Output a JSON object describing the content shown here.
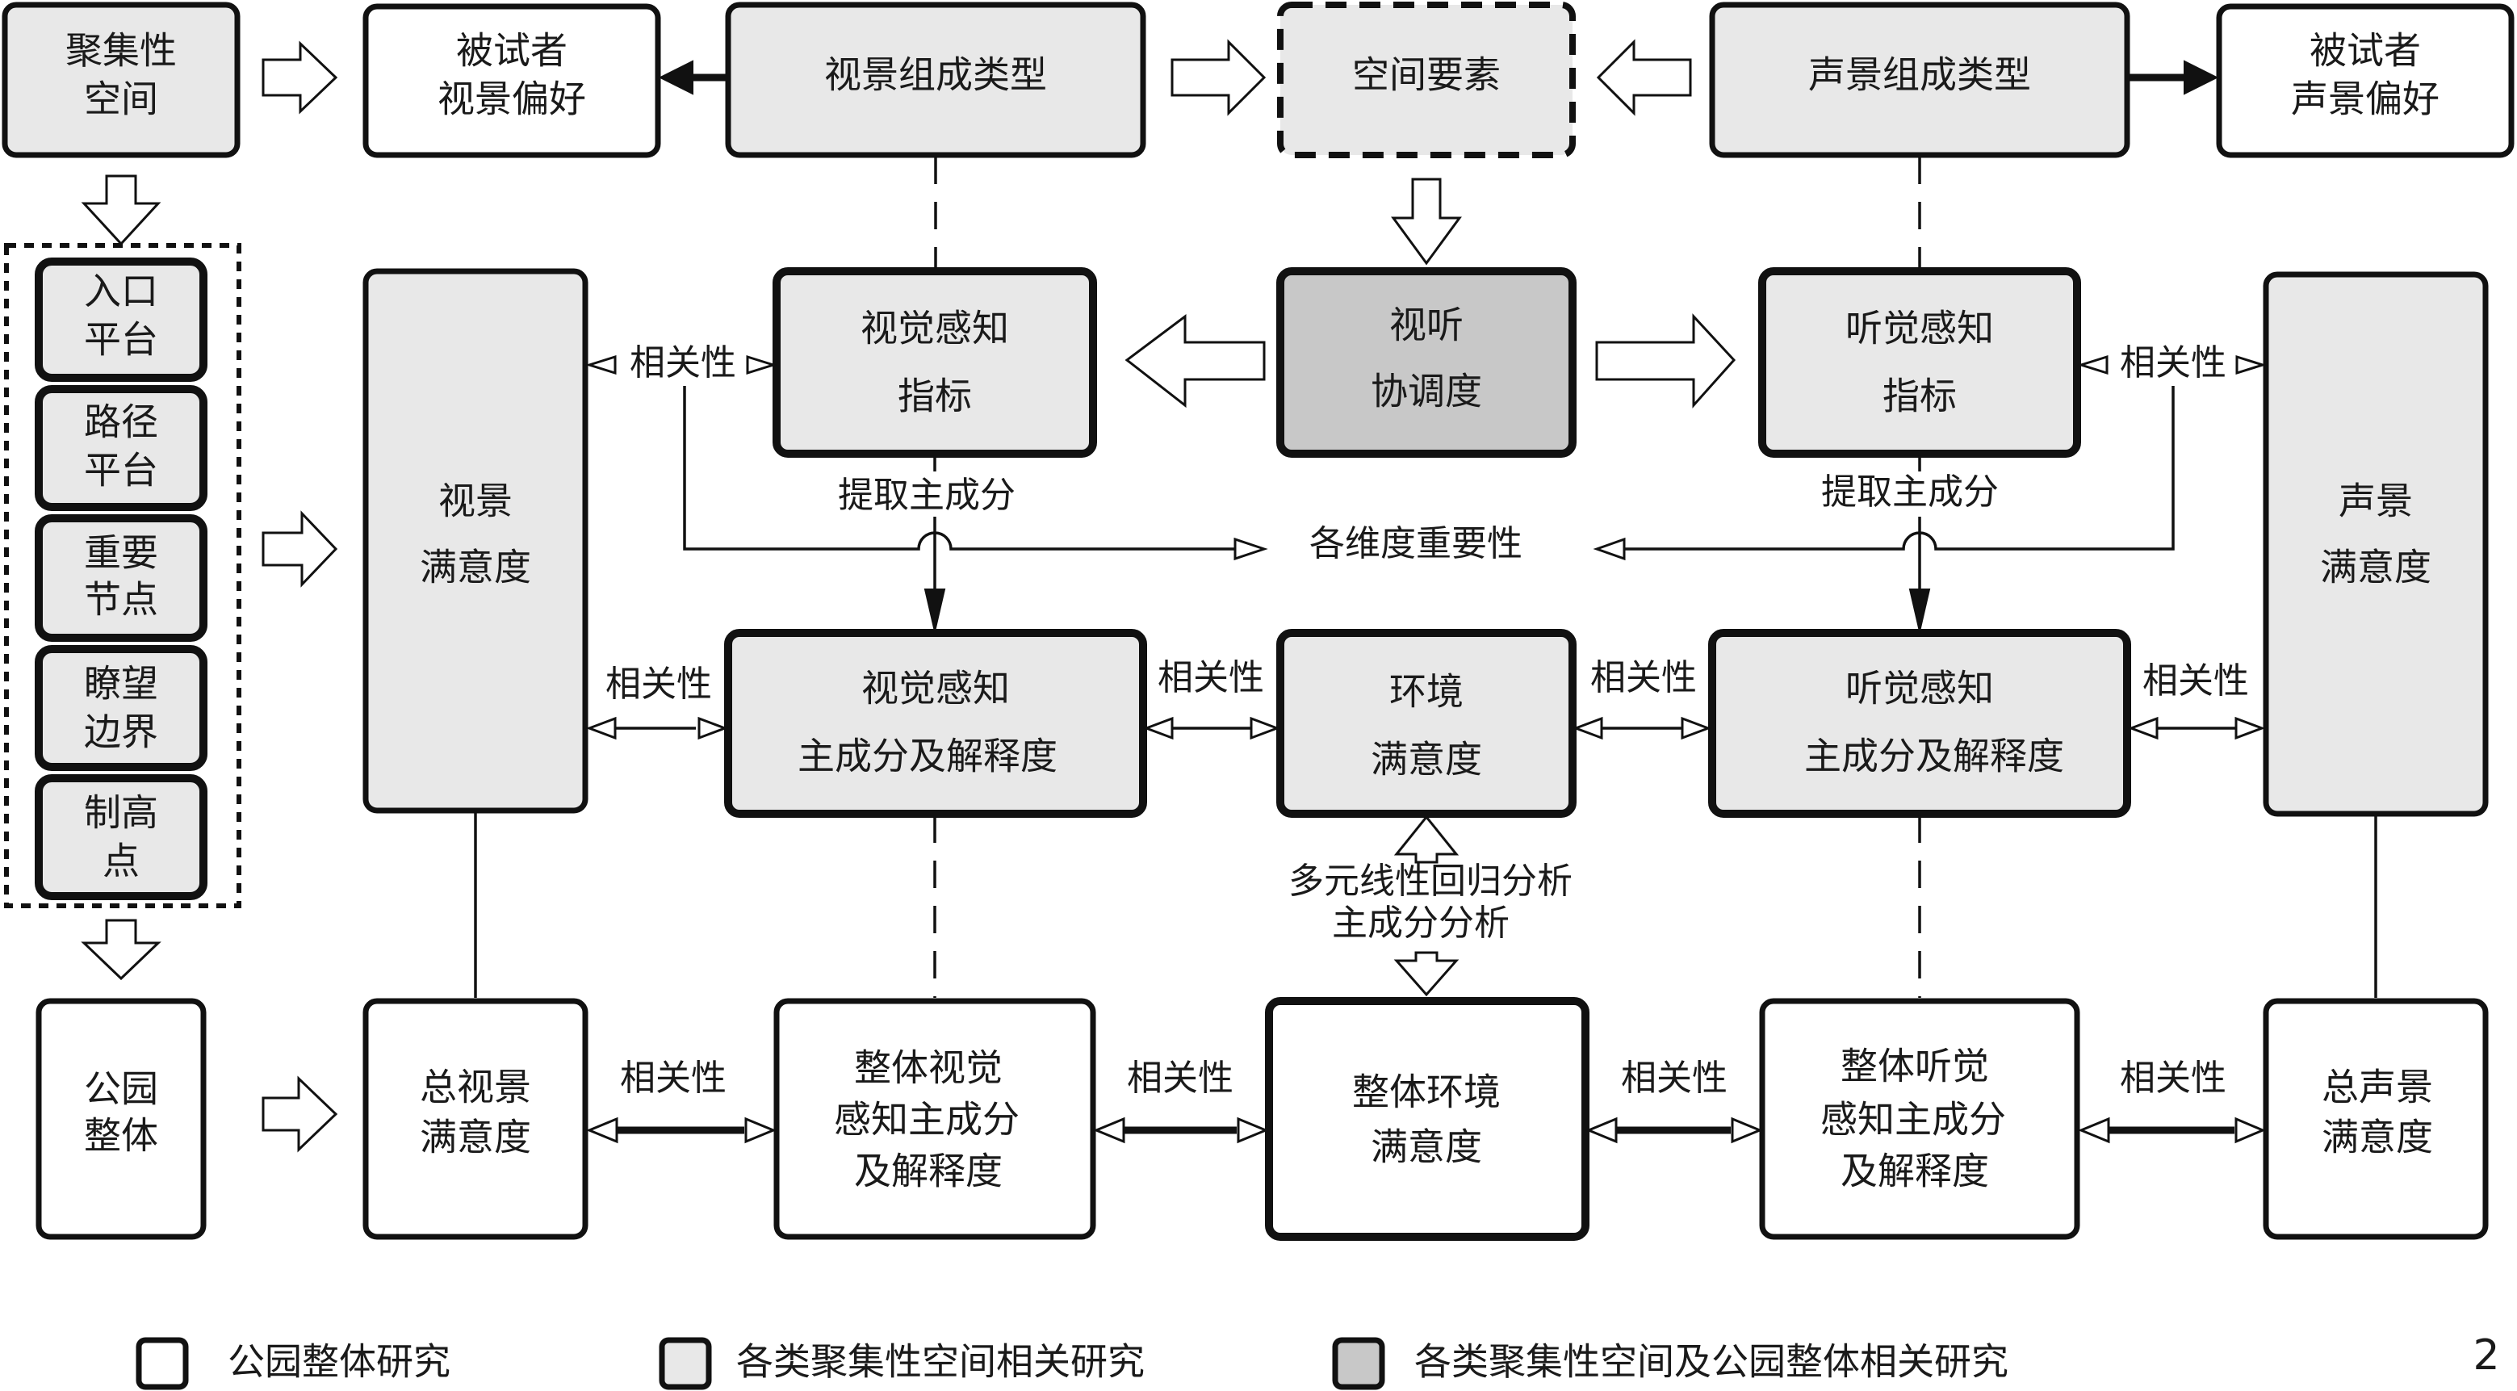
{
  "diagram": {
    "title": "",
    "colors": {
      "white_fill": "#ffffff",
      "light_fill": "#e8e8e8",
      "dark_fill": "#c8c8c8",
      "stroke": "#111111"
    },
    "nodes": {
      "cluster_space": [
        "聚集性",
        "空间"
      ],
      "subject_visual_pref": [
        "被试者",
        "视景偏好"
      ],
      "visual_type": [
        "视景组成类型"
      ],
      "spatial_elements": [
        "空间要素"
      ],
      "sound_type": [
        "声景组成类型"
      ],
      "subject_sound_pref": [
        "被试者",
        "声景偏好"
      ],
      "sub_spaces": [
        [
          "入口",
          "平台"
        ],
        [
          "路径",
          "平台"
        ],
        [
          "重要",
          "节点"
        ],
        [
          "瞭望",
          "边界"
        ],
        [
          "制高",
          "点"
        ]
      ],
      "visual_satisfaction": [
        "视景",
        "满意度"
      ],
      "visual_indicator": [
        "视觉感知",
        "指标"
      ],
      "av_coordination": [
        "视听",
        "协调度"
      ],
      "audio_indicator": [
        "听觉感知",
        "指标"
      ],
      "sound_satisfaction": [
        "声景",
        "满意度"
      ],
      "visual_pc": [
        "视觉感知",
        "主成分及解释度"
      ],
      "env_satisfaction": [
        "环境",
        "满意度"
      ],
      "audio_pc": [
        "听觉感知",
        "主成分及解释度"
      ],
      "park_whole": [
        "公园",
        "整体"
      ],
      "total_visual_sat": [
        "总视景",
        "满意度"
      ],
      "overall_visual_pc": [
        "整体视觉",
        "感知主成分",
        "及解释度"
      ],
      "overall_env_sat": [
        "整体环境",
        "满意度"
      ],
      "overall_audio_pc": [
        "整体听觉",
        "感知主成分",
        "及解释度"
      ],
      "total_sound_sat": [
        "总声景",
        "满意度"
      ]
    },
    "edge_labels": {
      "correlation": "相关性",
      "extract_pc": "提取主成分",
      "dimension_importance": "各维度重要性",
      "analysis_line1": "多元线性回归分析",
      "analysis_line2": "主成分分析"
    },
    "legend": [
      {
        "label": "公园整体研究",
        "fill": "#ffffff"
      },
      {
        "label": "各类聚集性空间相关研究",
        "fill": "#e8e8e8"
      },
      {
        "label": "各类聚集性空间及公园整体相关研究",
        "fill": "#c8c8c8"
      }
    ],
    "figure_number": "2"
  }
}
